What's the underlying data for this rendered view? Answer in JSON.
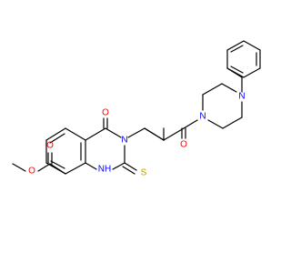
{
  "atom_labels": {
    "ester_o_carbonyl": "O",
    "ester_o_ether": "O",
    "ring_nh": "NH",
    "ring_n3": "N",
    "thione_s": "S",
    "ring_c4_o": "O",
    "amide_o": "O",
    "piperazine_n1": "N",
    "piperazine_n4": "N"
  },
  "colors": {
    "bond": "#000000",
    "oxygen": "#ff0000",
    "nitrogen": "#0000ff",
    "sulfur": "#b8a000"
  }
}
